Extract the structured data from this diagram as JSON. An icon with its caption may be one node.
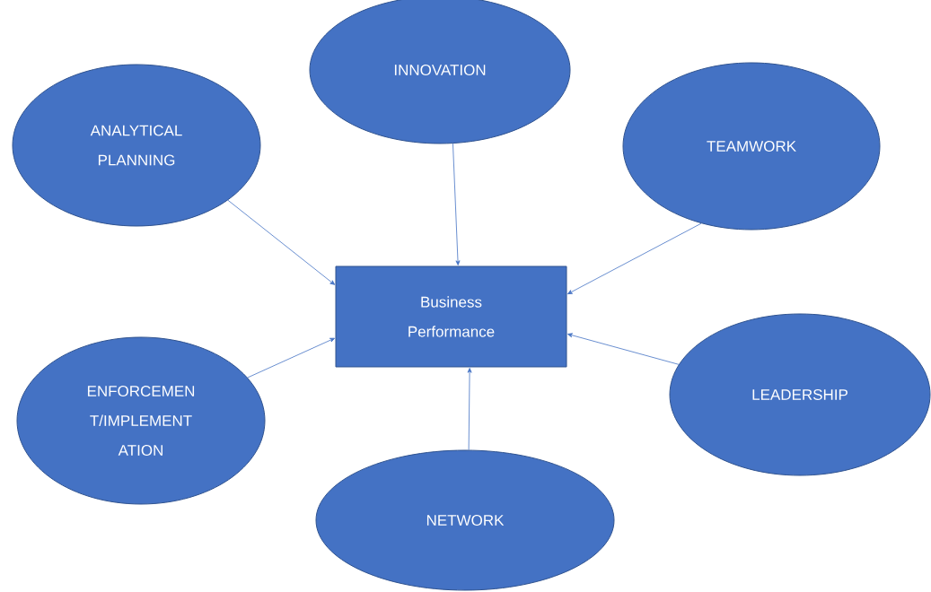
{
  "diagram": {
    "nodes": [
      {
        "text": [
          "INNOVATION"
        ]
      },
      {
        "text": [
          "ANALYTICAL PLANNING"
        ]
      },
      {
        "text": [
          "TEAMWORK"
        ]
      },
      {
        "text": [
          "Business Performance"
        ]
      },
      {
        "text": [
          "LEADERSHIP"
        ]
      },
      {
        "text": [
          "ENFORCEMEN T/IMPLEMENT ATION"
        ]
      },
      {
        "text": [
          "NETWORK"
        ]
      }
    ],
    "edges": [
      {
        "from": 0,
        "to": 3,
        "arrow": "to"
      },
      {
        "from": 1,
        "to": 3,
        "arrow": "to"
      },
      {
        "from": 2,
        "to": 3,
        "arrow": "to"
      },
      {
        "from": 4,
        "to": 3,
        "arrow": "to"
      },
      {
        "from": 5,
        "to": 3,
        "arrow": "to"
      },
      {
        "from": 6,
        "to": 3,
        "arrow": "to"
      }
    ]
  }
}
